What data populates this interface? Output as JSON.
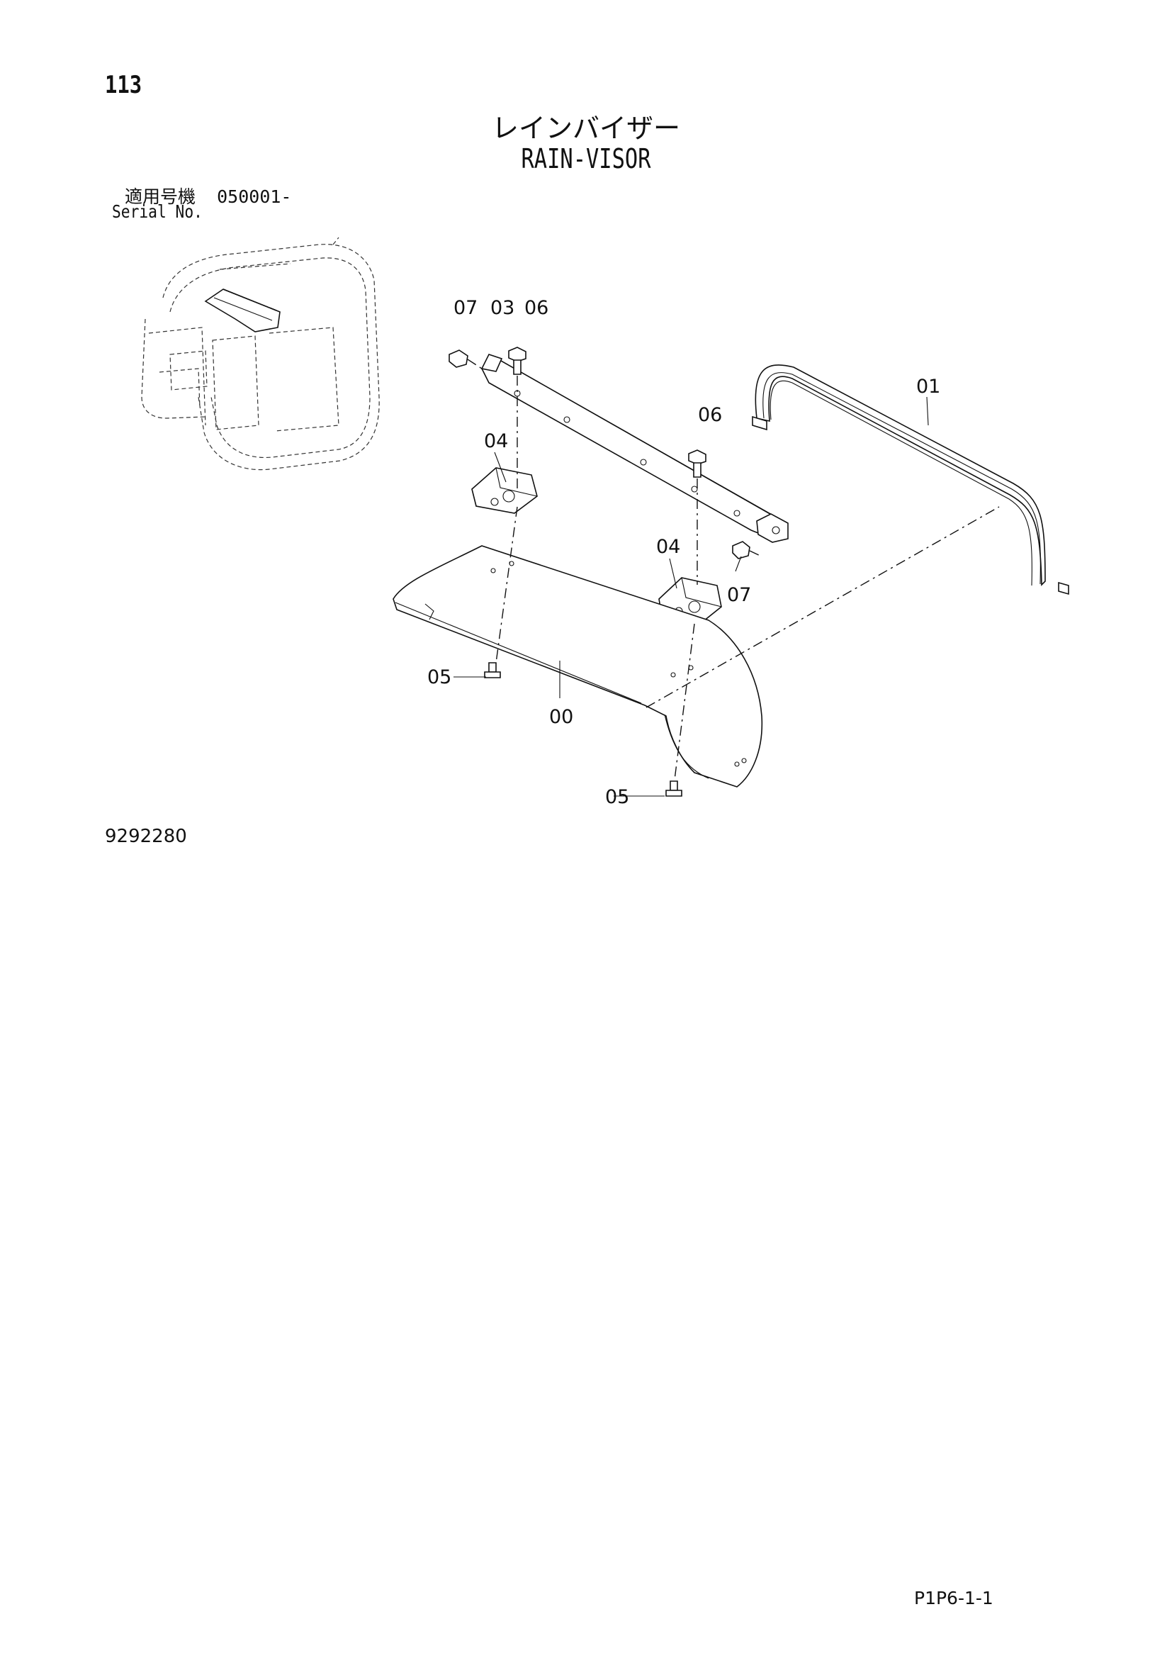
{
  "page": {
    "number": "113",
    "title_jp": "レインバイザー",
    "title_en": "RAIN-VISOR",
    "serial_label_jp": "適用号機",
    "serial_value": "050001-",
    "serial_label_en": "Serial No.",
    "drawing_number": "9292280",
    "page_code": "P1P6-1-1"
  },
  "diagram": {
    "callouts": [
      "07",
      "03",
      "06",
      "01",
      "06",
      "04",
      "04",
      "07",
      "05",
      "00",
      "05"
    ]
  }
}
